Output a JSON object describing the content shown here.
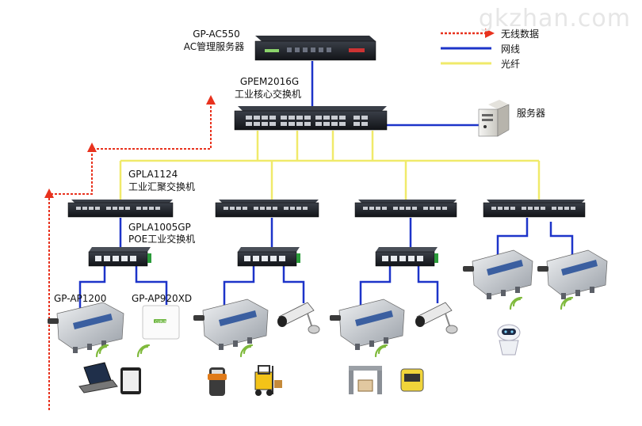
{
  "watermark": "gkzhan.com",
  "legend": {
    "wireless": "无线数据",
    "network_cable": "网线",
    "fiber": "光纤"
  },
  "colors": {
    "wireless": "#e8321e",
    "network_cable": "#1d34c9",
    "fiber": "#f0ea6a"
  },
  "devices": {
    "ac_model": "GP-AC550",
    "ac_name": "AC管理服务器",
    "core_model": "GPEM2016G",
    "core_name": "工业核心交换机",
    "server_name": "服务器",
    "agg_model": "GPLA1124",
    "agg_name": "工业汇聚交换机",
    "poe_model": "GPLA1005GP",
    "poe_name": "POE工业交换机",
    "ap1_model": "GP-AP1200",
    "ap2_model": "GP-AP920XD",
    "ap_panel_brand": "CUPLINK"
  }
}
